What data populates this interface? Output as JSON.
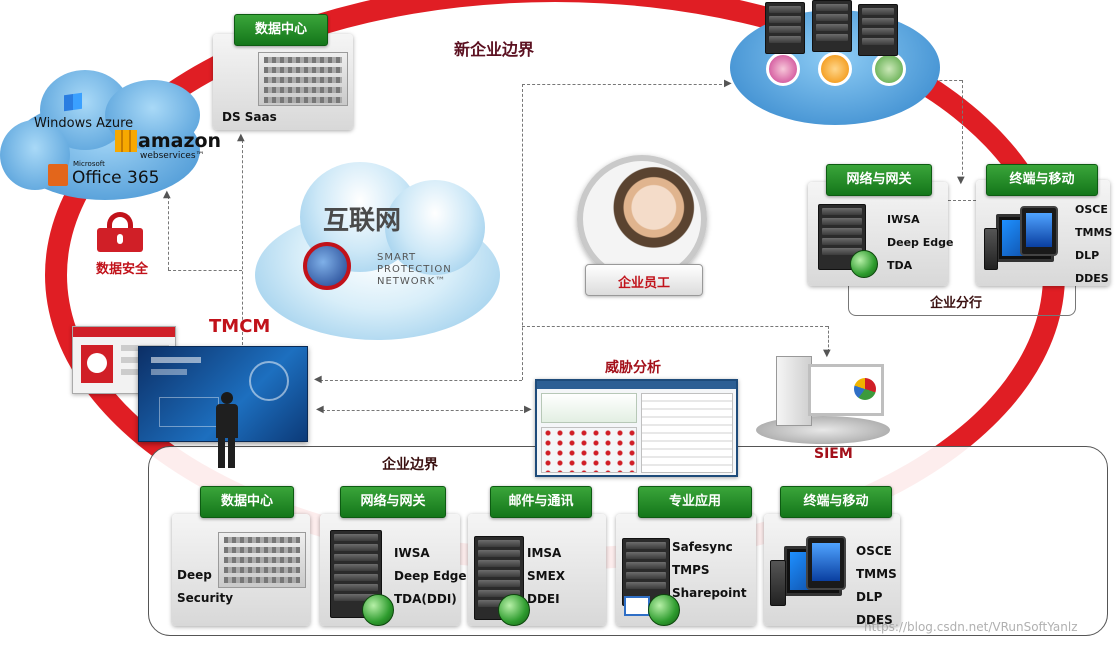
{
  "top_title": "新企业边界",
  "top_datacenter": {
    "tag": "数据中心",
    "label": "DS Saas"
  },
  "cloud_vendors": {
    "azure": "Windows Azure",
    "amazon": "amazon",
    "amazon_sub": "webservices™",
    "office_brand": "Microsoft",
    "office": "Office 365"
  },
  "data_security": "数据安全",
  "internet": {
    "title": "互联网",
    "line1": "SMART",
    "line2": "PROTECTION",
    "line3": "NETWORK™"
  },
  "employee": "企业员工",
  "tmcm": "TMCM",
  "threat": "威胁分析",
  "siem": "SIEM",
  "branch": {
    "title": "企业分行",
    "gateway_tag": "网络与网关",
    "gateway_items": [
      "IWSA",
      "Deep Edge",
      "TDA"
    ],
    "endpoint_tag": "终端与移动",
    "endpoint_items": [
      "OSCE",
      "TMMS",
      "DLP",
      "DDES"
    ]
  },
  "border": {
    "title": "企业边界",
    "datacenter": {
      "tag": "数据中心",
      "items": [
        "Deep",
        "Security"
      ]
    },
    "gateway": {
      "tag": "网络与网关",
      "items": [
        "IWSA",
        "Deep Edge",
        "TDA(DDI)"
      ]
    },
    "mail": {
      "tag": "邮件与通讯",
      "items": [
        "IMSA",
        "SMEX",
        "DDEI"
      ]
    },
    "apps": {
      "tag": "专业应用",
      "items": [
        "Safesync",
        "TMPS",
        "Sharepoint"
      ]
    },
    "endpoint": {
      "tag": "终端与移动",
      "items": [
        "OSCE",
        "TMMS",
        "DLP",
        "DDES"
      ]
    }
  },
  "watermark": "https://blog.csdn.net/VRunSoftYanlz",
  "colors": {
    "ring": "#e01e24",
    "green": "#14761a",
    "accent_red": "#c1121a"
  }
}
